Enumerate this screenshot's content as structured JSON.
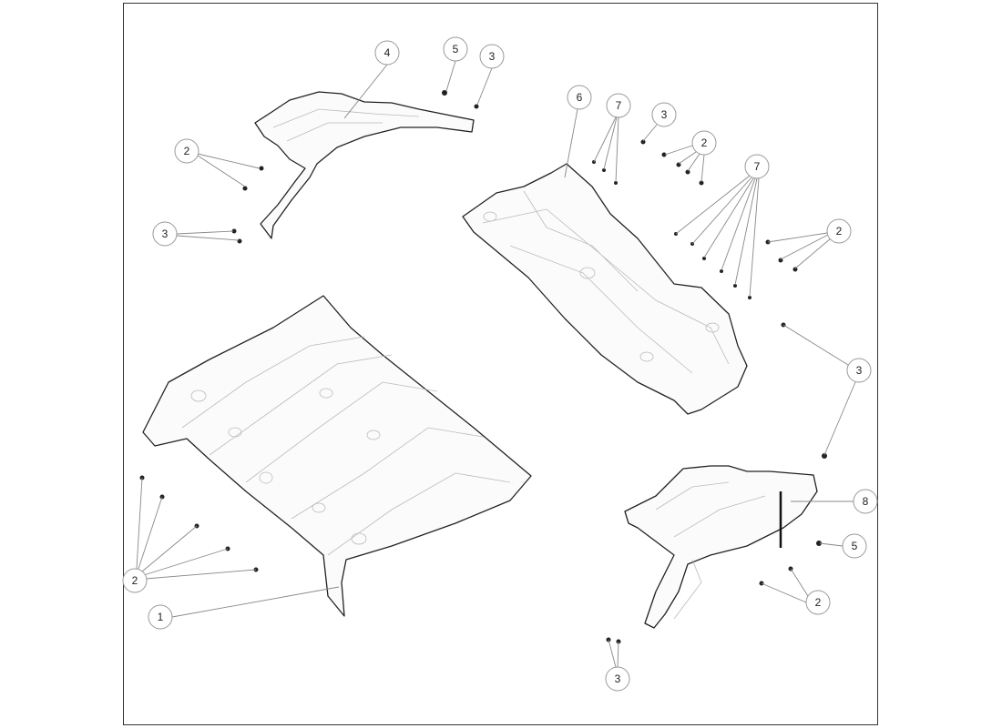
{
  "diagram": {
    "callouts": [
      {
        "label": "4"
      },
      {
        "label": "5"
      },
      {
        "label": "3"
      },
      {
        "label": "2"
      },
      {
        "label": "3"
      },
      {
        "label": "6"
      },
      {
        "label": "7"
      },
      {
        "label": "3"
      },
      {
        "label": "2"
      },
      {
        "label": "7"
      },
      {
        "label": "2"
      },
      {
        "label": "3"
      },
      {
        "label": "8"
      },
      {
        "label": "5"
      },
      {
        "label": "2"
      },
      {
        "label": "3"
      },
      {
        "label": "2"
      },
      {
        "label": "1"
      }
    ]
  }
}
